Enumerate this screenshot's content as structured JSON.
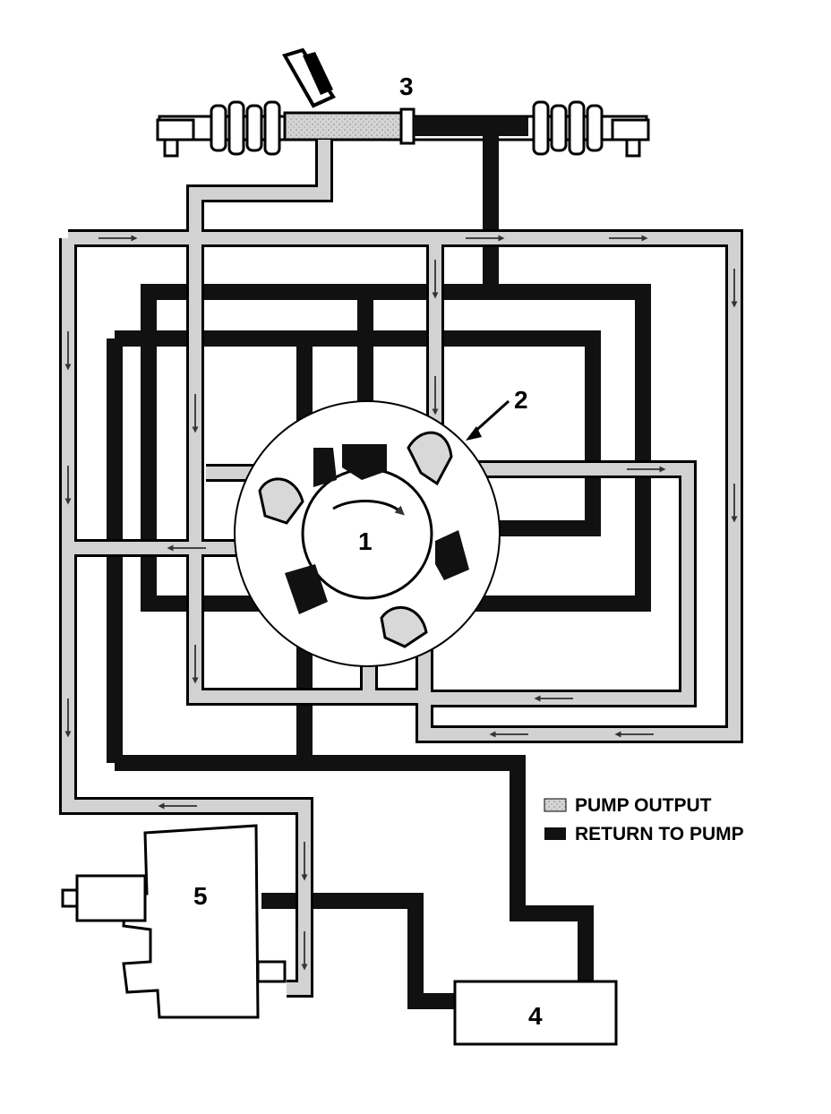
{
  "labels": {
    "rotor": "1",
    "vane": "2",
    "rack": "3",
    "cooler": "4",
    "pump": "5"
  },
  "legend": {
    "pump_output": "PUMP OUTPUT",
    "return_to_pump": "RETURN TO PUMP"
  },
  "colors": {
    "pump_output": "#c9c9c9",
    "return_to_pump": "#111111",
    "outline": "#000000",
    "background": "#ffffff"
  }
}
